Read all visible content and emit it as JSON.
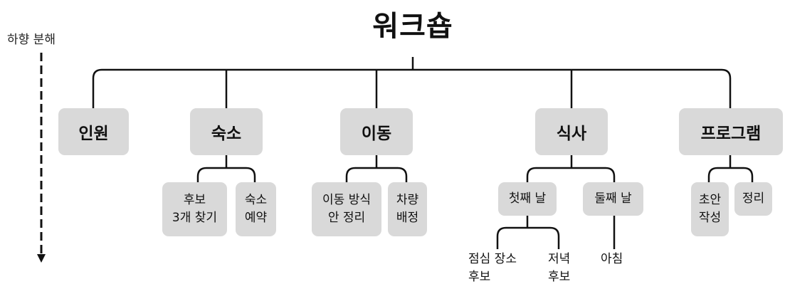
{
  "title": "워크숍",
  "side_label": "하향 분해",
  "level1": {
    "people": "인원",
    "lodging": "숙소",
    "transport": "이동",
    "meals": "식사",
    "program": "프로그램"
  },
  "lodging_children": {
    "find": "후보\n3개 찾기",
    "reserve": "숙소\n예약"
  },
  "transport_children": {
    "methods": "이동 방식\n안 정리",
    "vehicles": "차량\n배정"
  },
  "meal_children": {
    "day1": "첫째 날",
    "day2": "둘째 날"
  },
  "day1_children": {
    "lunch": "점심 장소\n후보",
    "dinner": "저녁\n후보"
  },
  "day2_children": {
    "breakfast": "아침"
  },
  "program_children": {
    "draft": "초안\n작성",
    "organize": "정리"
  }
}
